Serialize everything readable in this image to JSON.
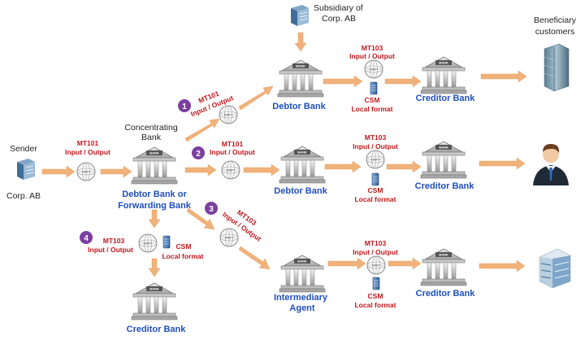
{
  "actors": {
    "sender": "Sender",
    "corp_ab": "Corp. AB",
    "subsidiary": [
      "Subsidiary of",
      "Corp. AB"
    ],
    "concentrating": [
      "Concentrating",
      "Bank"
    ],
    "beneficiary": [
      "Beneficiary",
      "customers"
    ]
  },
  "banks": {
    "forwarding": [
      "Debtor Bank or",
      "Forwarding Bank"
    ],
    "debtor_top": "Debtor Bank",
    "debtor_mid": "Debtor Bank",
    "intermediary": [
      "Intermediary",
      "Agent"
    ],
    "creditor_top": "Creditor Bank",
    "creditor_mid": "Creditor Bank",
    "creditor_bot": "Creditor Bank",
    "creditor_left": "Creditor Bank"
  },
  "building_plate": "BANK",
  "swift_text": "SWIFT",
  "messages": {
    "sender_msg": [
      "MT101",
      "Input / Output"
    ],
    "route1": [
      "MT101",
      "Input / Output"
    ],
    "route2": [
      "MT101",
      "Input / Output"
    ],
    "route3": [
      "MT103",
      "Input / Output"
    ],
    "route4": [
      "MT103",
      "Input / Output"
    ],
    "row_top": [
      "MT103",
      "Input / Output"
    ],
    "row_mid": [
      "MT103",
      "Input / Output"
    ],
    "row_bot": [
      "MT103",
      "Input / Output"
    ]
  },
  "csm": {
    "label": "CSM",
    "format": "Local format"
  },
  "badges": [
    "1",
    "2",
    "3",
    "4"
  ],
  "colors": {
    "arrow": "#f0b27a",
    "bank_label": "#1f4fbf",
    "message_label": "#c0171c",
    "badge": "#7b3fa0"
  }
}
